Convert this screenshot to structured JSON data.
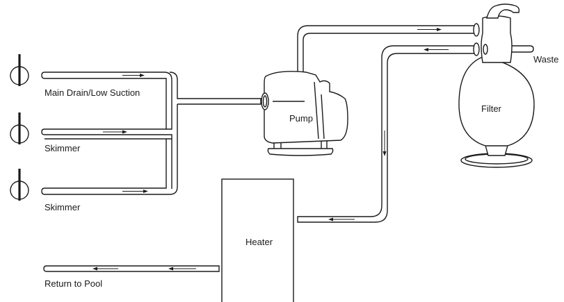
{
  "labels": {
    "main_drain": "Main Drain/Low Suction",
    "skimmer_1": "Skimmer",
    "skimmer_2": "Skimmer",
    "pump": "Pump",
    "filter": "Filter",
    "waste": "Waste",
    "heater": "Heater",
    "return": "Return to Pool"
  },
  "colors": {
    "line": "#1a1a1a",
    "background": "#ffffff"
  }
}
